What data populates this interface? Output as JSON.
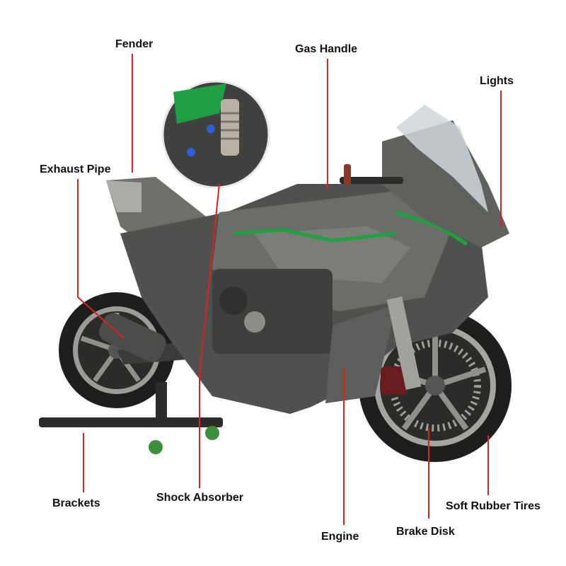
{
  "colors": {
    "leader": "#e02020",
    "body_dark": "#3c3f3c",
    "body_mid": "#6b6e68",
    "accent_green": "#1fa043",
    "tire": "#1e1e1e",
    "windshield": "#cfd6da"
  },
  "labels": {
    "fender": "Fender",
    "gas_handle": "Gas Handle",
    "lights": "Lights",
    "exhaust_pipe": "Exhaust Pipe",
    "brackets": "Brackets",
    "shock_absorber": "Shock Absorber",
    "soft_rubber_tires": "Soft Rubber Tires",
    "engine": "Engine",
    "brake_disk": "Brake Disk"
  },
  "illustration": "motorcycle-model"
}
